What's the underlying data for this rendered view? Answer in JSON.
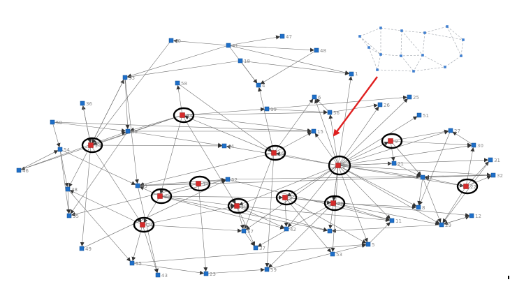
{
  "graph": {
    "nodes": [
      {
        "id": "40",
        "type": "normal"
      },
      {
        "id": "47",
        "type": "normal"
      },
      {
        "id": "41",
        "type": "normal"
      },
      {
        "id": "48",
        "type": "normal"
      },
      {
        "id": "18",
        "type": "normal"
      },
      {
        "id": "33",
        "type": "normal"
      },
      {
        "id": "1",
        "type": "normal"
      },
      {
        "id": "4",
        "type": "normal"
      },
      {
        "id": "58",
        "type": "normal"
      },
      {
        "id": "6",
        "type": "normal"
      },
      {
        "id": "25",
        "type": "normal"
      },
      {
        "id": "36",
        "type": "normal"
      },
      {
        "id": "26",
        "type": "normal"
      },
      {
        "id": "19",
        "type": "normal"
      },
      {
        "id": "56",
        "type": "normal"
      },
      {
        "id": "51",
        "type": "normal"
      },
      {
        "id": "14",
        "type": "hub"
      },
      {
        "id": "50",
        "type": "normal"
      },
      {
        "id": "39",
        "type": "normal"
      },
      {
        "id": "15",
        "type": "normal"
      },
      {
        "id": "27",
        "type": "normal"
      },
      {
        "id": "9",
        "type": "hub"
      },
      {
        "id": "24",
        "type": "hub"
      },
      {
        "id": "44",
        "type": "normal"
      },
      {
        "id": "30",
        "type": "normal"
      },
      {
        "id": "54",
        "type": "normal"
      },
      {
        "id": "16",
        "type": "hub"
      },
      {
        "id": "2",
        "type": "hub"
      },
      {
        "id": "21",
        "type": "normal"
      },
      {
        "id": "31",
        "type": "normal"
      },
      {
        "id": "46",
        "type": "normal"
      },
      {
        "id": "13",
        "type": "normal"
      },
      {
        "id": "32",
        "type": "normal"
      },
      {
        "id": "52",
        "type": "normal"
      },
      {
        "id": "17",
        "type": "hub"
      },
      {
        "id": "45",
        "type": "normal"
      },
      {
        "id": "22",
        "type": "hub"
      },
      {
        "id": "38",
        "type": "normal"
      },
      {
        "id": "20",
        "type": "hub"
      },
      {
        "id": "3",
        "type": "hub"
      },
      {
        "id": "28",
        "type": "hub"
      },
      {
        "id": "10",
        "type": "hub"
      },
      {
        "id": "8",
        "type": "normal"
      },
      {
        "id": "35",
        "type": "normal"
      },
      {
        "id": "12",
        "type": "normal"
      },
      {
        "id": "11",
        "type": "normal"
      },
      {
        "id": "29",
        "type": "normal"
      },
      {
        "id": "34",
        "type": "hub"
      },
      {
        "id": "42",
        "type": "normal"
      },
      {
        "id": "7",
        "type": "normal"
      },
      {
        "id": "57",
        "type": "normal"
      },
      {
        "id": "49",
        "type": "normal"
      },
      {
        "id": "5",
        "type": "normal"
      },
      {
        "id": "37",
        "type": "normal"
      },
      {
        "id": "53",
        "type": "normal"
      },
      {
        "id": "55",
        "type": "normal"
      },
      {
        "id": "23",
        "type": "normal"
      },
      {
        "id": "59",
        "type": "normal"
      },
      {
        "id": "43",
        "type": "normal"
      }
    ],
    "edges": [
      [
        "2",
        "16"
      ],
      [
        "2",
        "1"
      ],
      [
        "2",
        "6"
      ],
      [
        "2",
        "25"
      ],
      [
        "2",
        "26"
      ],
      [
        "2",
        "51"
      ],
      [
        "2",
        "27"
      ],
      [
        "2",
        "30"
      ],
      [
        "2",
        "21"
      ],
      [
        "2",
        "13"
      ],
      [
        "2",
        "8"
      ],
      [
        "2",
        "29"
      ],
      [
        "2",
        "11"
      ],
      [
        "2",
        "7"
      ],
      [
        "2",
        "5"
      ],
      [
        "2",
        "53"
      ],
      [
        "2",
        "3"
      ],
      [
        "2",
        "28"
      ],
      [
        "2",
        "9"
      ],
      [
        "2",
        "15"
      ],
      [
        "2",
        "56"
      ],
      [
        "2",
        "44"
      ],
      [
        "2",
        "32"
      ],
      [
        "2",
        "42"
      ],
      [
        "2",
        "57"
      ],
      [
        "2",
        "22"
      ],
      [
        "2",
        "10"
      ],
      [
        "2",
        "31"
      ],
      [
        "16",
        "14"
      ],
      [
        "16",
        "4"
      ],
      [
        "16",
        "15"
      ],
      [
        "16",
        "59"
      ],
      [
        "16",
        "57"
      ],
      [
        "16",
        "45"
      ],
      [
        "16",
        "6"
      ],
      [
        "14",
        "58"
      ],
      [
        "14",
        "19"
      ],
      [
        "14",
        "56"
      ],
      [
        "14",
        "39"
      ],
      [
        "14",
        "20"
      ],
      [
        "14",
        "24"
      ],
      [
        "14",
        "46"
      ],
      [
        "14",
        "10"
      ],
      [
        "14",
        "15"
      ],
      [
        "24",
        "36"
      ],
      [
        "24",
        "33"
      ],
      [
        "24",
        "38"
      ],
      [
        "24",
        "49"
      ],
      [
        "24",
        "44"
      ],
      [
        "24",
        "34"
      ],
      [
        "20",
        "45"
      ],
      [
        "20",
        "3"
      ],
      [
        "20",
        "7"
      ],
      [
        "20",
        "34"
      ],
      [
        "20",
        "52"
      ],
      [
        "20",
        "10"
      ],
      [
        "20",
        "42"
      ],
      [
        "34",
        "43"
      ],
      [
        "34",
        "55"
      ],
      [
        "34",
        "38"
      ],
      [
        "34",
        "57"
      ],
      [
        "34",
        "10"
      ],
      [
        "17",
        "23"
      ],
      [
        "17",
        "45"
      ],
      [
        "17",
        "52"
      ],
      [
        "17",
        "35"
      ],
      [
        "10",
        "57"
      ],
      [
        "10",
        "37"
      ],
      [
        "10",
        "7"
      ],
      [
        "10",
        "11"
      ],
      [
        "10",
        "42"
      ],
      [
        "3",
        "28"
      ],
      [
        "3",
        "42"
      ],
      [
        "3",
        "53"
      ],
      [
        "3",
        "5"
      ],
      [
        "3",
        "12"
      ],
      [
        "28",
        "29"
      ],
      [
        "28",
        "8"
      ],
      [
        "28",
        "11"
      ],
      [
        "28",
        "37"
      ],
      [
        "28",
        "59"
      ],
      [
        "9",
        "27"
      ],
      [
        "9",
        "30"
      ],
      [
        "9",
        "13"
      ],
      [
        "9",
        "21"
      ],
      [
        "22",
        "31"
      ],
      [
        "22",
        "32"
      ],
      [
        "22",
        "30"
      ],
      [
        "22",
        "29"
      ],
      [
        "22",
        "13"
      ],
      [
        "41",
        "47"
      ],
      [
        "41",
        "48"
      ],
      [
        "41",
        "33"
      ],
      [
        "41",
        "1"
      ],
      [
        "41",
        "4"
      ],
      [
        "41",
        "40"
      ],
      [
        "18",
        "1"
      ],
      [
        "18",
        "33"
      ],
      [
        "18",
        "4"
      ],
      [
        "33",
        "39"
      ],
      [
        "33",
        "45"
      ],
      [
        "33",
        "24"
      ],
      [
        "50",
        "54"
      ],
      [
        "50",
        "39"
      ],
      [
        "50",
        "15"
      ],
      [
        "54",
        "38"
      ],
      [
        "54",
        "35"
      ],
      [
        "54",
        "45"
      ],
      [
        "46",
        "39"
      ],
      [
        "46",
        "54"
      ],
      [
        "39",
        "15"
      ],
      [
        "39",
        "44"
      ],
      [
        "39",
        "35"
      ],
      [
        "45",
        "52"
      ],
      [
        "45",
        "43"
      ],
      [
        "45",
        "32"
      ],
      [
        "38",
        "55"
      ],
      [
        "38",
        "35"
      ],
      [
        "52",
        "32"
      ],
      [
        "52",
        "11"
      ],
      [
        "55",
        "23"
      ],
      [
        "55",
        "5"
      ],
      [
        "23",
        "59"
      ],
      [
        "59",
        "5"
      ],
      [
        "49",
        "52"
      ],
      [
        "13",
        "29"
      ],
      [
        "13",
        "8"
      ],
      [
        "29",
        "12"
      ],
      [
        "29",
        "7"
      ],
      [
        "5",
        "11"
      ],
      [
        "57",
        "37"
      ],
      [
        "56",
        "6"
      ],
      [
        "56",
        "26"
      ],
      [
        "19",
        "25"
      ],
      [
        "19",
        "56"
      ],
      [
        "58",
        "16"
      ],
      [
        "40",
        "24"
      ],
      [
        "48",
        "4"
      ],
      [
        "36",
        "24"
      ],
      [
        "12",
        "29"
      ],
      [
        "21",
        "13"
      ],
      [
        "32",
        "13"
      ],
      [
        "30",
        "27"
      ],
      [
        "27",
        "8"
      ],
      [
        "31",
        "29"
      ]
    ]
  },
  "inset": {
    "nodes": 14
  },
  "arrow_color": "#e02020"
}
